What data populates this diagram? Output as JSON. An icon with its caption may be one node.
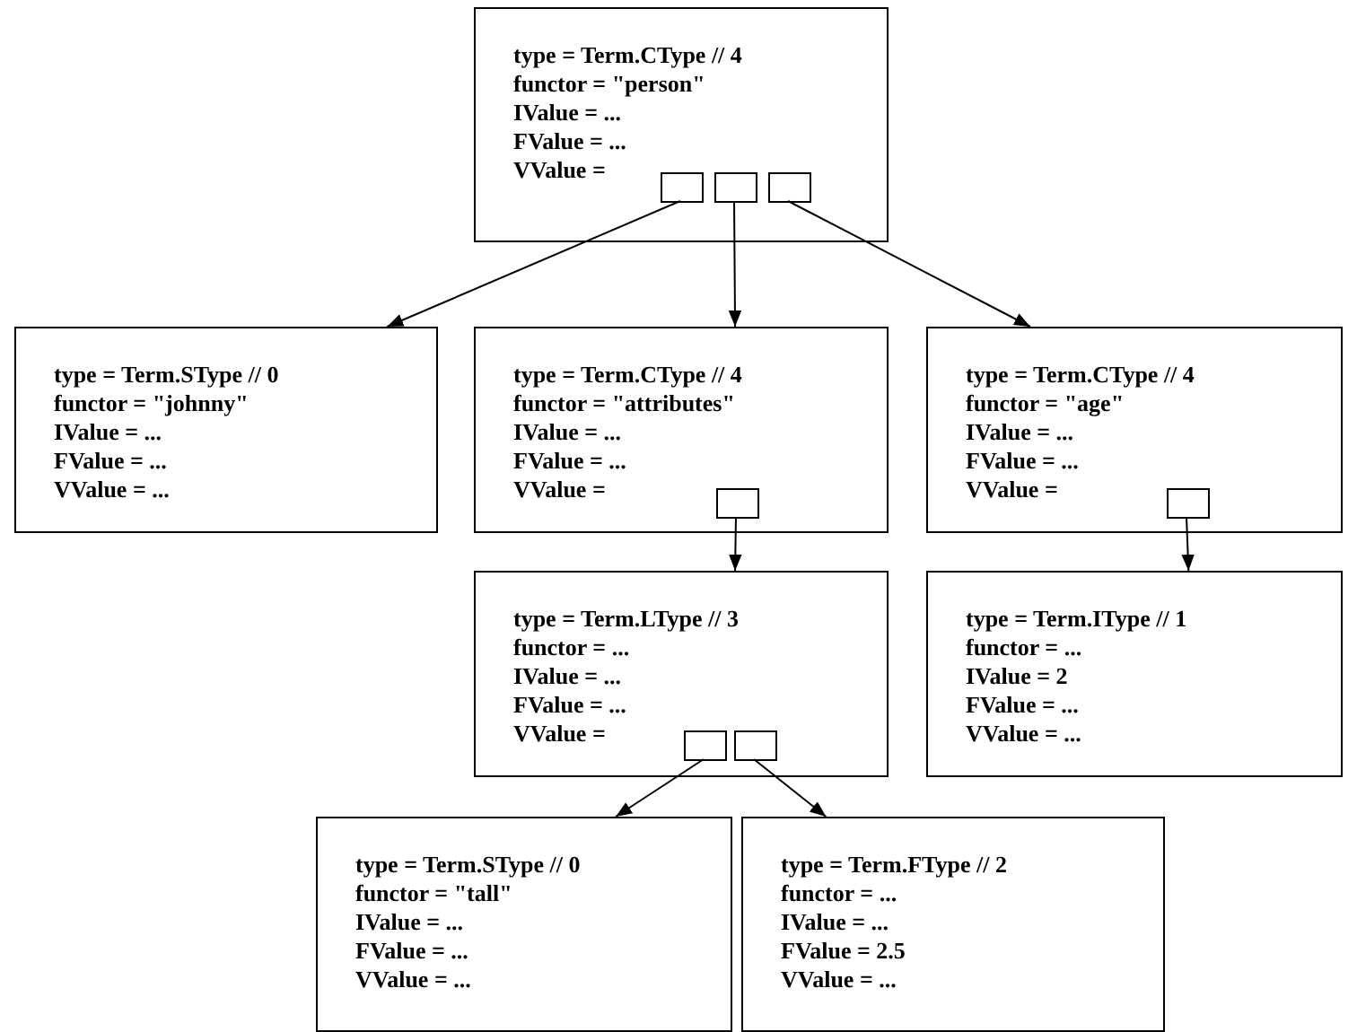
{
  "diagram": {
    "nodes": [
      {
        "text": [
          "type = Term.CType // 4",
          "functor = \"person\"",
          "IValue = ...",
          "FValue = ...",
          "VValue ="
        ]
      },
      {
        "text": [],
        "shape": "box",
        "in": 0
      },
      {
        "text": [],
        "shape": "box",
        "in": 0
      },
      {
        "text": [],
        "shape": "box",
        "in": 0
      },
      {
        "text": [
          "type = Term.SType // 0",
          "functor = \"johnny\"",
          "IValue = ...",
          "FValue = ...",
          "VValue = ..."
        ]
      },
      {
        "text": [
          "type = Term.CType // 4",
          "functor = \"attributes\"",
          "IValue = ...",
          "FValue = ...",
          "VValue ="
        ]
      },
      {
        "text": [],
        "shape": "box",
        "in": 5
      },
      {
        "text": [
          "type = Term.CType // 4",
          "functor = \"age\"",
          "IValue = ...",
          "FValue = ...",
          "VValue ="
        ]
      },
      {
        "text": [],
        "shape": "box",
        "in": 7
      },
      {
        "text": [
          "type = Term.LType // 3",
          "functor = ...",
          "IValue = ...",
          "FValue = ...",
          "VValue ="
        ]
      },
      {
        "text": [],
        "shape": "box",
        "in": 9
      },
      {
        "text": [],
        "shape": "box",
        "in": 9
      },
      {
        "text": [
          "type = Term.IType // 1",
          "functor = ...",
          "IValue = 2",
          "FValue = ...",
          "VValue = ..."
        ]
      },
      {
        "text": [
          "type = Term.SType // 0",
          "functor = \"tall\"",
          "IValue = ...",
          "FValue = ...",
          "VValue = ..."
        ]
      },
      {
        "text": [
          "type = Term.FType // 2",
          "functor = ...",
          "IValue = ...",
          "FValue = 2.5",
          "VValue = ..."
        ]
      }
    ],
    "edges": [
      {
        "from": 1,
        "to": 4,
        "arrow": "to"
      },
      {
        "from": 2,
        "to": 5,
        "arrow": "to"
      },
      {
        "from": 3,
        "to": 7,
        "arrow": "to"
      },
      {
        "from": 6,
        "to": 9,
        "arrow": "to"
      },
      {
        "from": 8,
        "to": 12,
        "arrow": "to"
      },
      {
        "from": 10,
        "to": 13,
        "arrow": "to"
      },
      {
        "from": 11,
        "to": 14,
        "arrow": "to"
      }
    ]
  }
}
